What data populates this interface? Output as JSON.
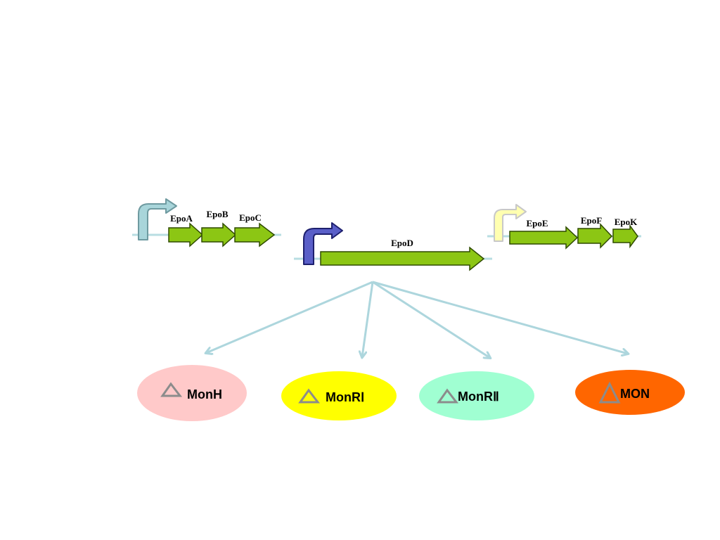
{
  "colors": {
    "gene_fill": "#8CC614",
    "gene_stroke": "#2E4A00",
    "backbone": "#B8DDE2",
    "arrow_link": "#ADD6DD",
    "promoter_1": "#A8D5DA",
    "promoter_2": "#5A5FC8",
    "promoter_3": "#FFFFB0",
    "triangle_stroke": "#8C8C8C"
  },
  "operons": [
    {
      "name": "operon-1",
      "promoter_icon": "promoter-arrow-icon",
      "genes": [
        {
          "label": "EpoA"
        },
        {
          "label": "EpoB"
        },
        {
          "label": "EpoC"
        }
      ]
    },
    {
      "name": "operon-2",
      "promoter_icon": "promoter-arrow-icon",
      "genes": [
        {
          "label": "EpoD"
        }
      ]
    },
    {
      "name": "operon-3",
      "promoter_icon": "promoter-arrow-icon",
      "genes": [
        {
          "label": "EpoE"
        },
        {
          "label": "EpoF"
        },
        {
          "label": "EpoK"
        }
      ]
    }
  ],
  "products": [
    {
      "label": "MonH",
      "color": "#FFC9C9",
      "icon": "delta-triangle-icon"
    },
    {
      "label": "MonRⅠ",
      "color": "#FFFF00",
      "icon": "delta-triangle-icon"
    },
    {
      "label": "MonRⅡ",
      "color": "#A0FFD2",
      "icon": "delta-triangle-icon"
    },
    {
      "label": "MON",
      "color": "#FF6600",
      "icon": "delta-triangle-icon"
    }
  ]
}
